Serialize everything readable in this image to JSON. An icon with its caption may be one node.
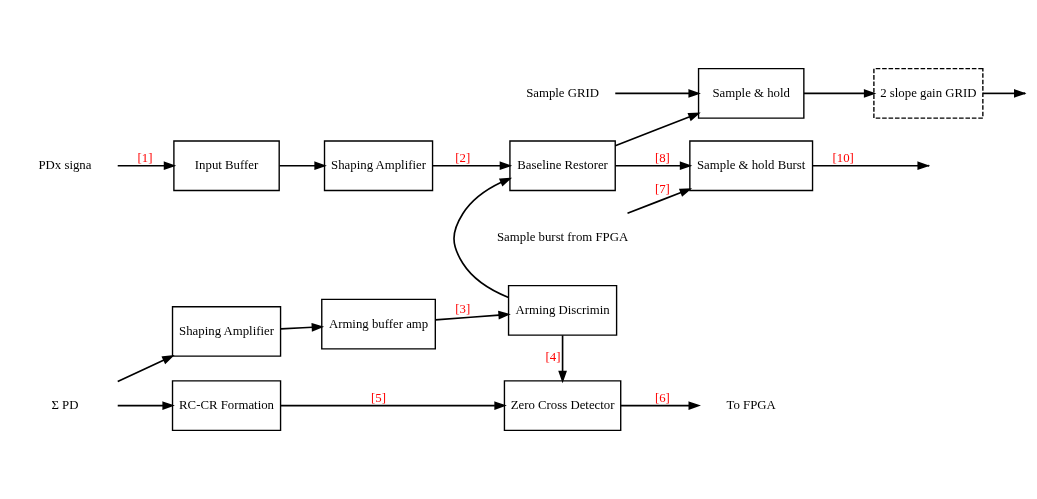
{
  "diagram": {
    "nodes": [
      {
        "text": [
          "Input Buffer"
        ]
      },
      {
        "text": [
          "Shaping Amplifier"
        ]
      },
      {
        "text": [
          "Baseline Restorer"
        ]
      },
      {
        "text": [
          "Sample & hold"
        ]
      },
      {
        "text": [
          "2 slope gain GRID"
        ]
      },
      {
        "text": [
          "Sample & hold Burst"
        ]
      },
      {
        "text": [
          "Shaping Amplifier"
        ]
      },
      {
        "text": [
          "Arming buffer amp"
        ]
      },
      {
        "text": [
          "Arming Discrimin"
        ]
      },
      {
        "text": [
          "RC-CR Formation"
        ]
      },
      {
        "text": [
          "Zero Cross Detector"
        ]
      },
      {
        "text": [
          "PDx signa"
        ]
      },
      {
        "text": [
          "Σ PD"
        ]
      },
      {
        "text": [
          "Sample GRID"
        ]
      },
      {
        "text": [
          "Sample burst from FPGA"
        ]
      },
      {
        "text": [
          "To FPGA"
        ]
      }
    ],
    "edges": [
      {
        "from": 11,
        "to": 0,
        "arrow": "to",
        "label": "[1]"
      },
      {
        "from": 0,
        "to": 1,
        "arrow": "to"
      },
      {
        "from": 1,
        "to": 2,
        "arrow": "to",
        "label": "[2]"
      },
      {
        "from": 2,
        "to": 3,
        "arrow": "to"
      },
      {
        "from": 2,
        "to": 5,
        "arrow": "to",
        "label": "[8]"
      },
      {
        "from": 3,
        "to": 4,
        "arrow": "to"
      },
      {
        "from": 4,
        "to": null,
        "arrow": "to"
      },
      {
        "from": 5,
        "to": null,
        "arrow": "to",
        "label": "[10]"
      },
      {
        "from": 13,
        "to": 3,
        "arrow": "to"
      },
      {
        "from": 14,
        "to": 5,
        "arrow": "to",
        "label": "[7]"
      },
      {
        "from": 12,
        "to": 6,
        "arrow": "to"
      },
      {
        "from": 12,
        "to": 9,
        "arrow": "to"
      },
      {
        "from": 6,
        "to": 7,
        "arrow": "to"
      },
      {
        "from": 7,
        "to": 8,
        "arrow": "to",
        "label": "[3]"
      },
      {
        "from": 8,
        "to": 2,
        "arrow": "to"
      },
      {
        "from": 8,
        "to": 10,
        "arrow": "to",
        "label": "[4]"
      },
      {
        "from": 9,
        "to": 10,
        "arrow": "to",
        "label": "[5]"
      },
      {
        "from": 10,
        "to": 15,
        "arrow": "to",
        "label": "[6]"
      }
    ]
  }
}
